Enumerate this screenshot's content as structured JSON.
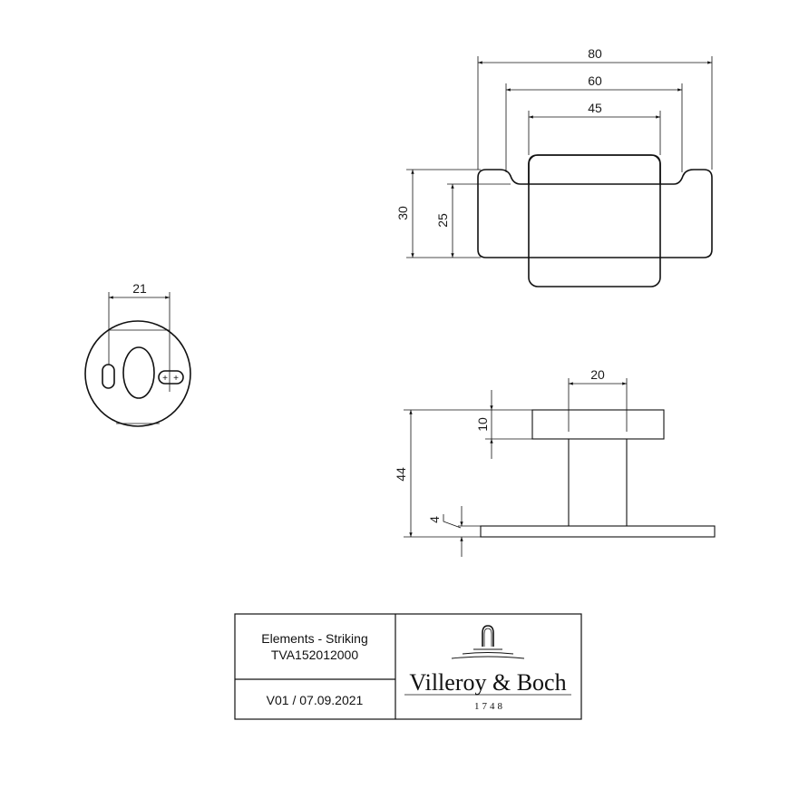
{
  "drawing": {
    "top_view": {
      "dimensions": {
        "overall_width": "80",
        "inner_width": "60",
        "core_width": "45",
        "overall_height": "30",
        "inner_height": "25"
      }
    },
    "mount_view": {
      "dimensions": {
        "hole_spacing": "21"
      }
    },
    "side_view": {
      "dimensions": {
        "stem_width": "20",
        "top_thickness": "10",
        "total_height": "44",
        "base_thickness": "4"
      }
    }
  },
  "title_block": {
    "product_name": "Elements - Striking",
    "article_number": "TVA152012000",
    "version": "V01 / 07.09.2021",
    "brand_name": "Villeroy & Boch",
    "brand_year": "1748"
  },
  "colors": {
    "line": "#111111",
    "background": "#ffffff"
  }
}
